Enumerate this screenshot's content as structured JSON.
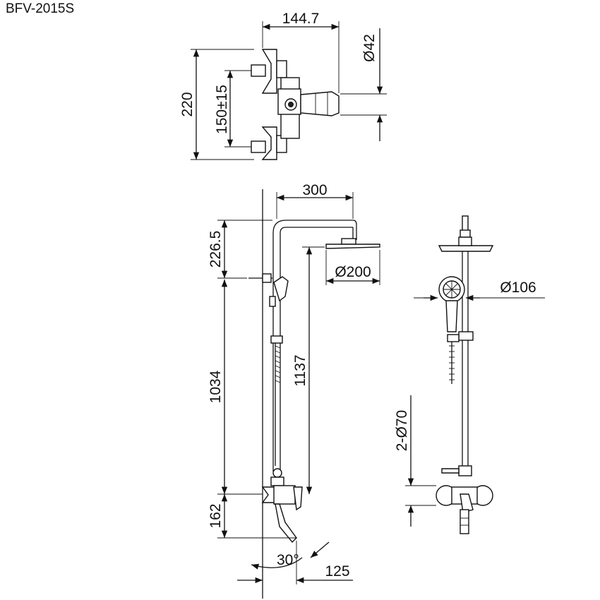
{
  "model": "BFV-2015S",
  "dimensions": {
    "mixer_width": "144.7",
    "mixer_outlet_dia": "Ø42",
    "mixer_height": "220",
    "inlet_spacing": "150±15",
    "arm_length": "300",
    "head_offset": "226.5",
    "head_dia": "Ø200",
    "riser_length": "1034",
    "outlet_height": "1137",
    "hand_shower_dia": "Ø106",
    "flange_dia": "2-Ø70",
    "spout_height": "162",
    "spout_angle": "30°",
    "spout_reach": "125"
  }
}
